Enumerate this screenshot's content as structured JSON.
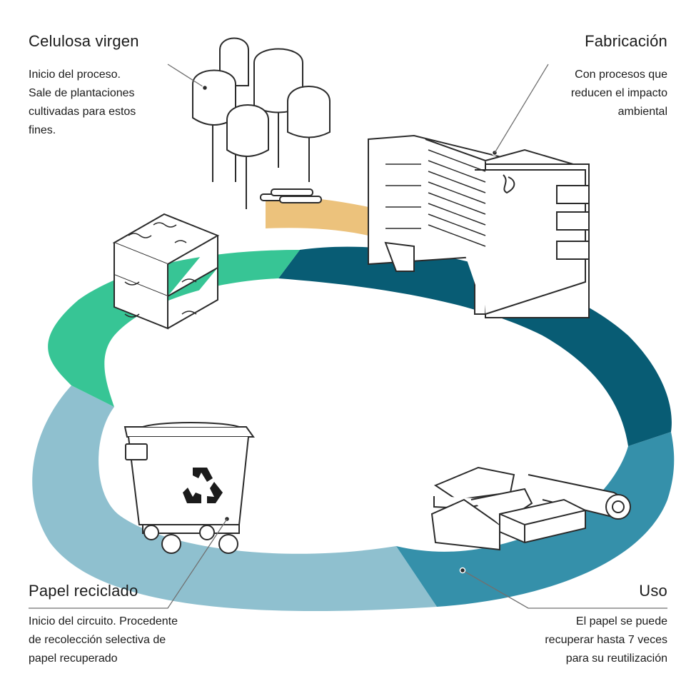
{
  "colors": {
    "ring_green": "#37c595",
    "ring_dark_teal": "#085c74",
    "ring_mid_teal": "#3590aa",
    "ring_light_blue": "#8fc0cf",
    "ring_yellow": "#ecc27c",
    "stroke": "#2b2b2b"
  },
  "stages": {
    "celulosa": {
      "title": "Celulosa virgen",
      "desc": [
        "Inicio del proceso.",
        "Sale de plantaciones",
        "cultivadas para estos",
        "fines."
      ],
      "icon": "trees-icon"
    },
    "fabricacion": {
      "title": "Fabricación",
      "desc": [
        "Con procesos que",
        "reducen el impacto",
        "ambiental"
      ],
      "icon": "factory-icon"
    },
    "uso": {
      "title": "Uso",
      "desc": [
        "El papel se puede",
        "recuperar hasta 7 veces",
        "para su reutilización"
      ],
      "icon": "paper-products-icon"
    },
    "reciclado": {
      "title": "Papel reciclado",
      "desc": [
        "Inicio del circuito. Procedente",
        "de recolección selectiva de",
        "papel recuperado"
      ],
      "icon": "recycling-bin-icon"
    }
  }
}
